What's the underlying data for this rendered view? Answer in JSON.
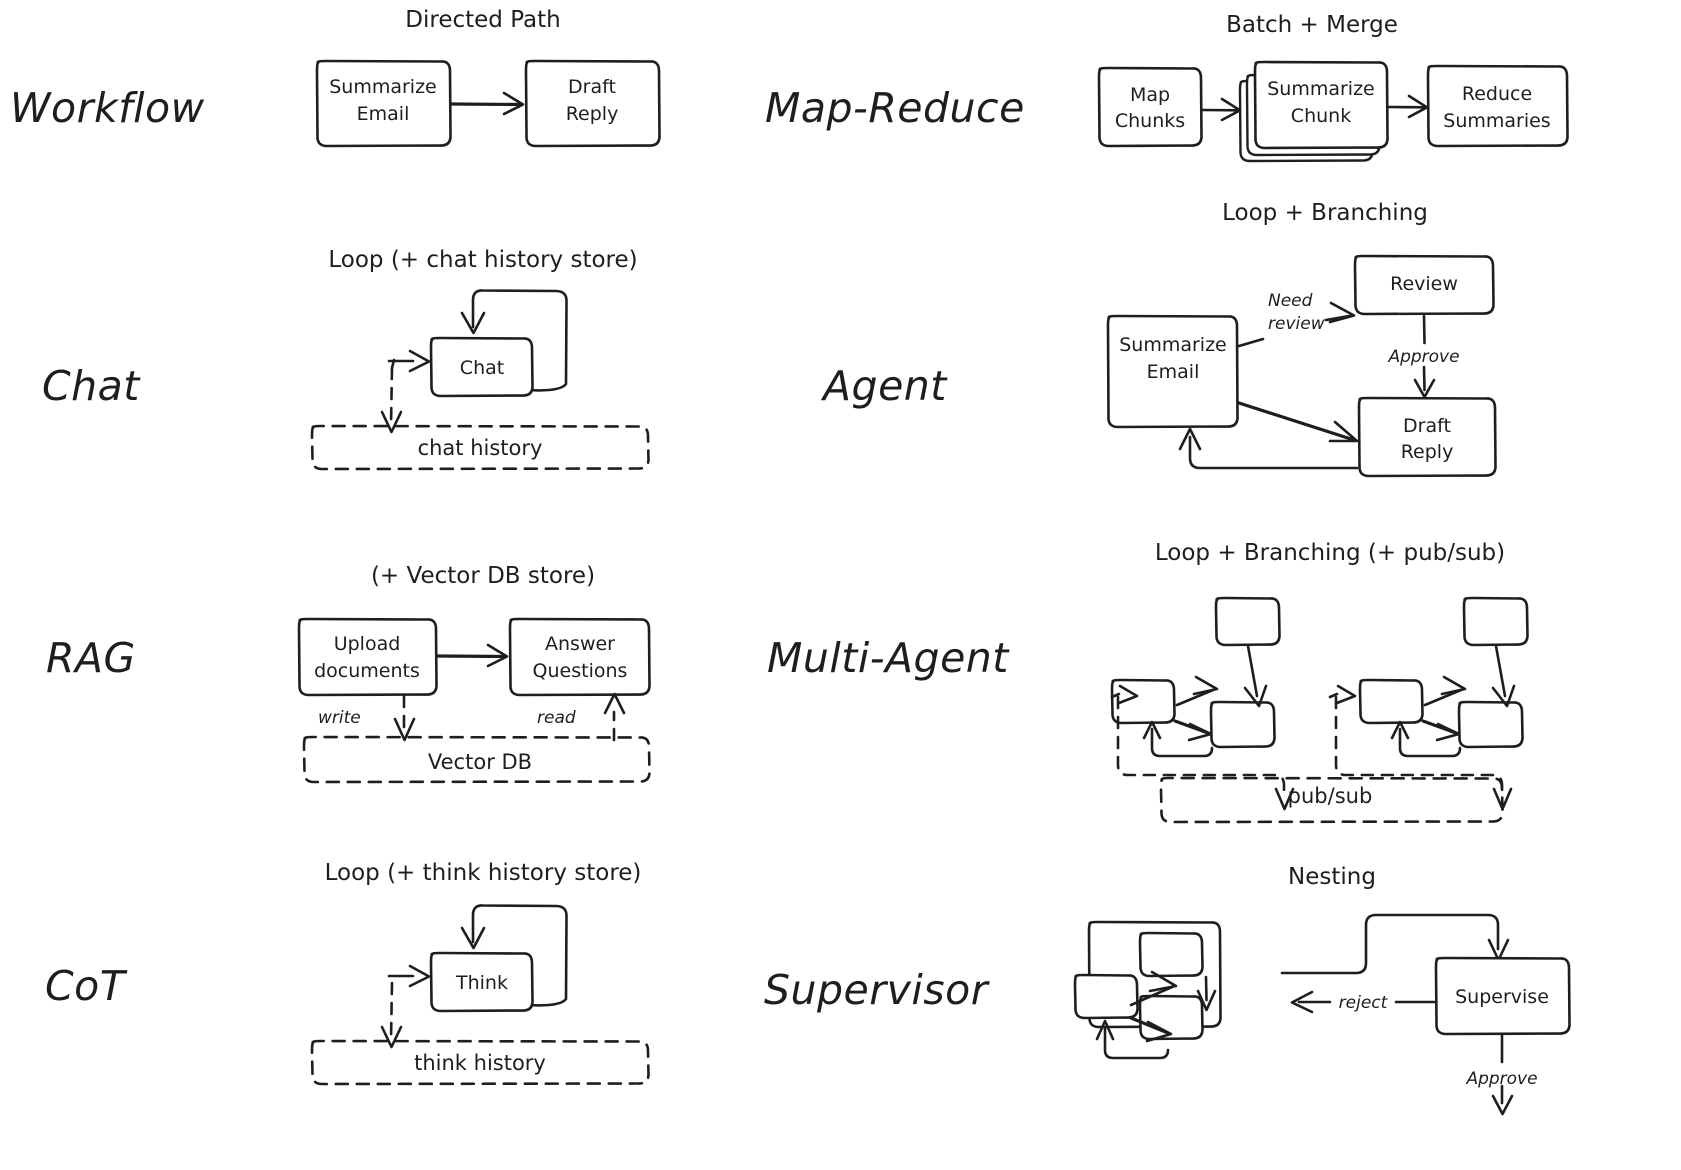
{
  "meta": {
    "title": "Agentic patterns comparison diagram",
    "background_color": "#ffffff",
    "ink_color": "#1e1e1e"
  },
  "rows": [
    {
      "left": {
        "label": "Workflow",
        "pattern": "Directed Path",
        "nodes": [
          {
            "id": "summarize-email",
            "lines": [
              "Summarize",
              "Email"
            ]
          },
          {
            "id": "draft-reply",
            "lines": [
              "Draft",
              "Reply"
            ]
          }
        ],
        "edges": [
          {
            "from": "summarize-email",
            "to": "draft-reply",
            "label": ""
          }
        ],
        "stores": []
      },
      "right": {
        "label": "Map-Reduce",
        "pattern": "Batch + Merge",
        "nodes": [
          {
            "id": "map-chunks",
            "lines": [
              "Map",
              "Chunks"
            ],
            "stacked": false
          },
          {
            "id": "summarize-chunk",
            "lines": [
              "Summarize",
              "Chunk"
            ],
            "stacked": true
          },
          {
            "id": "reduce-summaries",
            "lines": [
              "Reduce",
              "Summaries"
            ],
            "stacked": false
          }
        ],
        "edges": [
          {
            "from": "map-chunks",
            "to": "summarize-chunk",
            "label": ""
          },
          {
            "from": "summarize-chunk",
            "to": "reduce-summaries",
            "label": ""
          }
        ],
        "stores": []
      }
    },
    {
      "left": {
        "label": "Chat",
        "pattern": "Loop (+ chat history store)",
        "nodes": [
          {
            "id": "chat",
            "lines": [
              "Chat"
            ]
          }
        ],
        "edges": [
          {
            "from": "chat",
            "to": "chat",
            "label": ""
          }
        ],
        "stores": [
          {
            "id": "chat-history",
            "label": "chat history"
          }
        ]
      },
      "right": {
        "label": "Agent",
        "pattern": "Loop + Branching",
        "nodes": [
          {
            "id": "summarize-email-agent",
            "lines": [
              "Summarize",
              "Email"
            ]
          },
          {
            "id": "review",
            "lines": [
              "Review"
            ]
          },
          {
            "id": "draft-reply-agent",
            "lines": [
              "Draft",
              "Reply"
            ]
          }
        ],
        "edges": [
          {
            "from": "summarize-email-agent",
            "to": "review",
            "label": "Need review"
          },
          {
            "from": "review",
            "to": "draft-reply-agent",
            "label": "Approve"
          },
          {
            "from": "summarize-email-agent",
            "to": "draft-reply-agent",
            "label": ""
          },
          {
            "from": "draft-reply-agent",
            "to": "summarize-email-agent",
            "label": ""
          }
        ],
        "stores": []
      }
    },
    {
      "left": {
        "label": "RAG",
        "pattern": "(+ Vector DB store)",
        "nodes": [
          {
            "id": "upload-documents",
            "lines": [
              "Upload",
              "documents"
            ]
          },
          {
            "id": "answer-questions",
            "lines": [
              "Answer",
              "Questions"
            ]
          }
        ],
        "edges": [
          {
            "from": "upload-documents",
            "to": "answer-questions",
            "label": ""
          },
          {
            "from": "upload-documents",
            "to": "vector-db",
            "label": "write"
          },
          {
            "from": "vector-db",
            "to": "answer-questions",
            "label": "read"
          }
        ],
        "stores": [
          {
            "id": "vector-db",
            "label": "Vector DB"
          }
        ]
      },
      "right": {
        "label": "Multi-Agent",
        "pattern": "Loop + Branching (+ pub/sub)",
        "nodes": [
          {
            "id": "agent-a-1",
            "lines": []
          },
          {
            "id": "agent-a-2",
            "lines": []
          },
          {
            "id": "agent-a-3",
            "lines": []
          },
          {
            "id": "agent-b-1",
            "lines": []
          },
          {
            "id": "agent-b-2",
            "lines": []
          },
          {
            "id": "agent-b-3",
            "lines": []
          }
        ],
        "edges": [],
        "stores": [
          {
            "id": "pub-sub",
            "label": "pub/sub"
          }
        ]
      }
    },
    {
      "left": {
        "label": "CoT",
        "pattern": "Loop (+ think history store)",
        "nodes": [
          {
            "id": "think",
            "lines": [
              "Think"
            ]
          }
        ],
        "edges": [
          {
            "from": "think",
            "to": "think",
            "label": ""
          }
        ],
        "stores": [
          {
            "id": "think-history",
            "label": "think history"
          }
        ]
      },
      "right": {
        "label": "Supervisor",
        "pattern": "Nesting",
        "nodes": [
          {
            "id": "nested-1",
            "lines": []
          },
          {
            "id": "nested-2",
            "lines": []
          },
          {
            "id": "nested-3",
            "lines": []
          },
          {
            "id": "supervise",
            "lines": [
              "Supervise"
            ]
          }
        ],
        "edges": [
          {
            "from": "nested-group",
            "to": "supervise",
            "label": ""
          },
          {
            "from": "supervise",
            "to": "nested-group",
            "label": "reject"
          },
          {
            "from": "supervise",
            "to": "out",
            "label": "Approve"
          }
        ],
        "stores": []
      }
    }
  ]
}
